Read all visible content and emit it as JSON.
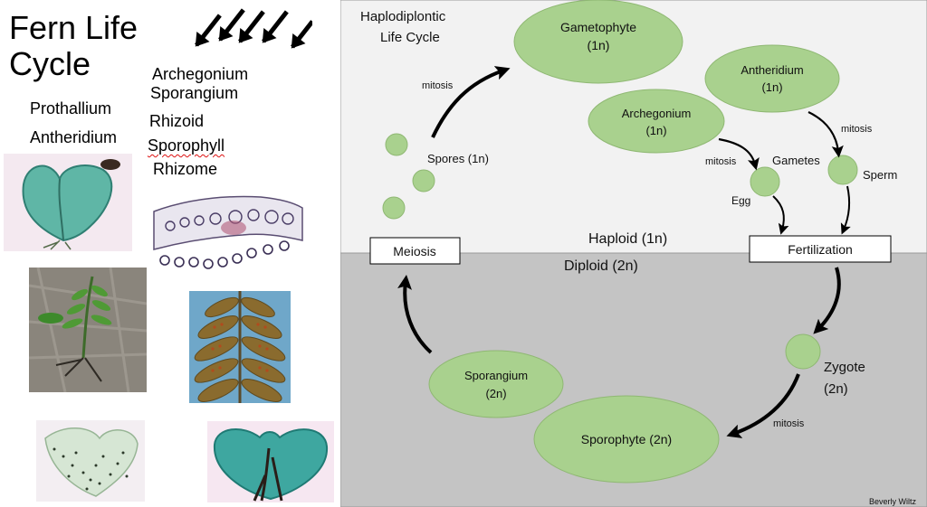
{
  "left": {
    "title_line1": "Fern Life",
    "title_line2": "Cycle",
    "terms": [
      "Archegonium",
      "Sporangium",
      "Prothallium",
      "Rhizoid",
      "Antheridium",
      "Sporophyll",
      "Rhizome"
    ],
    "photos": [
      "prothallus",
      "leaf cross-section",
      "young sporophyte",
      "sporophyll with sori",
      "prothallus with rhizoids",
      "prothallus"
    ]
  },
  "diagram": {
    "title_line1": "Haplodiplontic",
    "title_line2": "Life Cycle",
    "gametophyte": {
      "name": "Gametophyte",
      "ploidy": "(1n)"
    },
    "antheridium": {
      "name": "Antheridium",
      "ploidy": "(1n)"
    },
    "archegonium": {
      "name": "Archegonium",
      "ploidy": "(1n)"
    },
    "sporangium": {
      "name": "Sporangium",
      "ploidy": "(2n)"
    },
    "sporophyte": "Sporophyte (2n)",
    "spores": "Spores (1n)",
    "gametes": "Gametes",
    "egg": "Egg",
    "sperm": "Sperm",
    "zygote_line1": "Zygote",
    "zygote_line2": "(2n)",
    "mitosis": "mitosis",
    "meiosis": "Meiosis",
    "fertilization": "Fertilization",
    "haploid": "Haploid (1n)",
    "diploid": "Diploid (2n)",
    "credit": "Beverly Wiltz"
  },
  "colors": {
    "haploid_bg": "#f2f2f2",
    "diploid_bg": "#c4c4c4",
    "circle_fill": "#a9d18e",
    "circle_stroke": "#8fb873"
  }
}
